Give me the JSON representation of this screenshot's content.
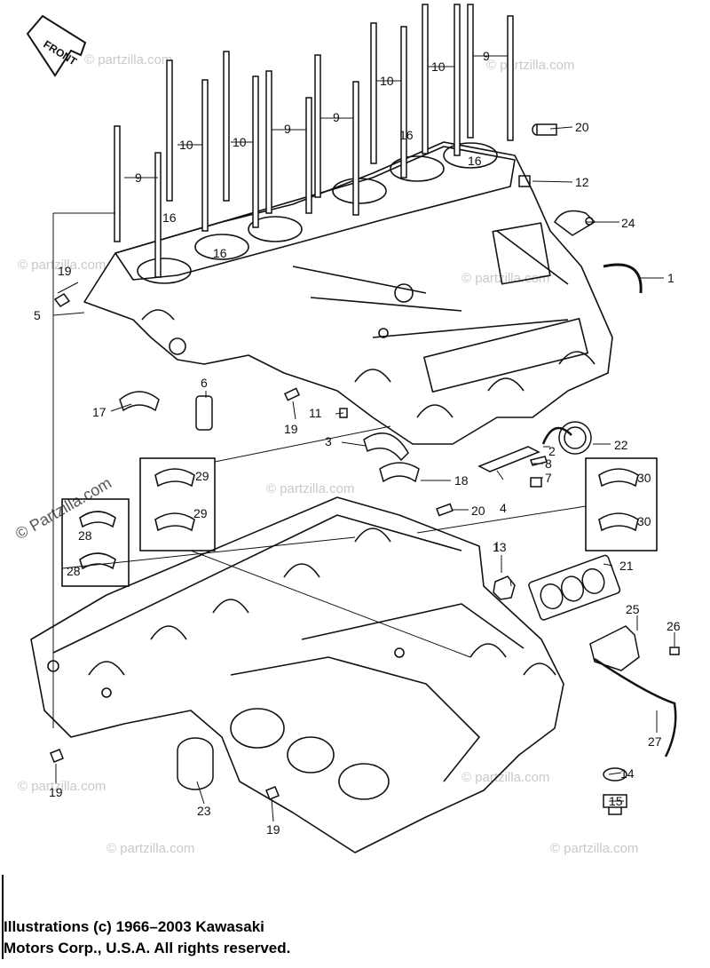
{
  "front_label": "FRONT",
  "callouts": [
    {
      "id": "c1",
      "text": "1"
    },
    {
      "id": "c2",
      "text": "2"
    },
    {
      "id": "c3",
      "text": "3"
    },
    {
      "id": "c4",
      "text": "4"
    },
    {
      "id": "c5",
      "text": "5"
    },
    {
      "id": "c6",
      "text": "6"
    },
    {
      "id": "c7",
      "text": "7"
    },
    {
      "id": "c8",
      "text": "8"
    },
    {
      "id": "c9a",
      "text": "9"
    },
    {
      "id": "c9b",
      "text": "9"
    },
    {
      "id": "c9c",
      "text": "9"
    },
    {
      "id": "c9d",
      "text": "9"
    },
    {
      "id": "c9e",
      "text": "9"
    },
    {
      "id": "c10a",
      "text": "10"
    },
    {
      "id": "c10b",
      "text": "10"
    },
    {
      "id": "c10c",
      "text": "10"
    },
    {
      "id": "c10d",
      "text": "10"
    },
    {
      "id": "c11",
      "text": "11"
    },
    {
      "id": "c12",
      "text": "12"
    },
    {
      "id": "c13",
      "text": "13"
    },
    {
      "id": "c14",
      "text": "14"
    },
    {
      "id": "c15",
      "text": "15"
    },
    {
      "id": "c16a",
      "text": "16"
    },
    {
      "id": "c16b",
      "text": "16"
    },
    {
      "id": "c16c",
      "text": "16"
    },
    {
      "id": "c16d",
      "text": "16"
    },
    {
      "id": "c17",
      "text": "17"
    },
    {
      "id": "c18",
      "text": "18"
    },
    {
      "id": "c19a",
      "text": "19"
    },
    {
      "id": "c19b",
      "text": "19"
    },
    {
      "id": "c19c",
      "text": "19"
    },
    {
      "id": "c19d",
      "text": "19"
    },
    {
      "id": "c20a",
      "text": "20"
    },
    {
      "id": "c20b",
      "text": "20"
    },
    {
      "id": "c21",
      "text": "21"
    },
    {
      "id": "c22",
      "text": "22"
    },
    {
      "id": "c23",
      "text": "23"
    },
    {
      "id": "c24",
      "text": "24"
    },
    {
      "id": "c25",
      "text": "25"
    },
    {
      "id": "c26",
      "text": "26"
    },
    {
      "id": "c27",
      "text": "27"
    },
    {
      "id": "c28a",
      "text": "28"
    },
    {
      "id": "c28b",
      "text": "28"
    },
    {
      "id": "c29a",
      "text": "29"
    },
    {
      "id": "c29b",
      "text": "29"
    },
    {
      "id": "c30a",
      "text": "30"
    },
    {
      "id": "c30b",
      "text": "30"
    }
  ],
  "watermark": {
    "text": "© partzilla.com",
    "prominent": "© Partzilla.com"
  },
  "copyright": {
    "line1": "Illustrations (c) 1966–2003 Kawasaki",
    "line2": "Motors Corp., U.S.A.  All rights reserved."
  }
}
